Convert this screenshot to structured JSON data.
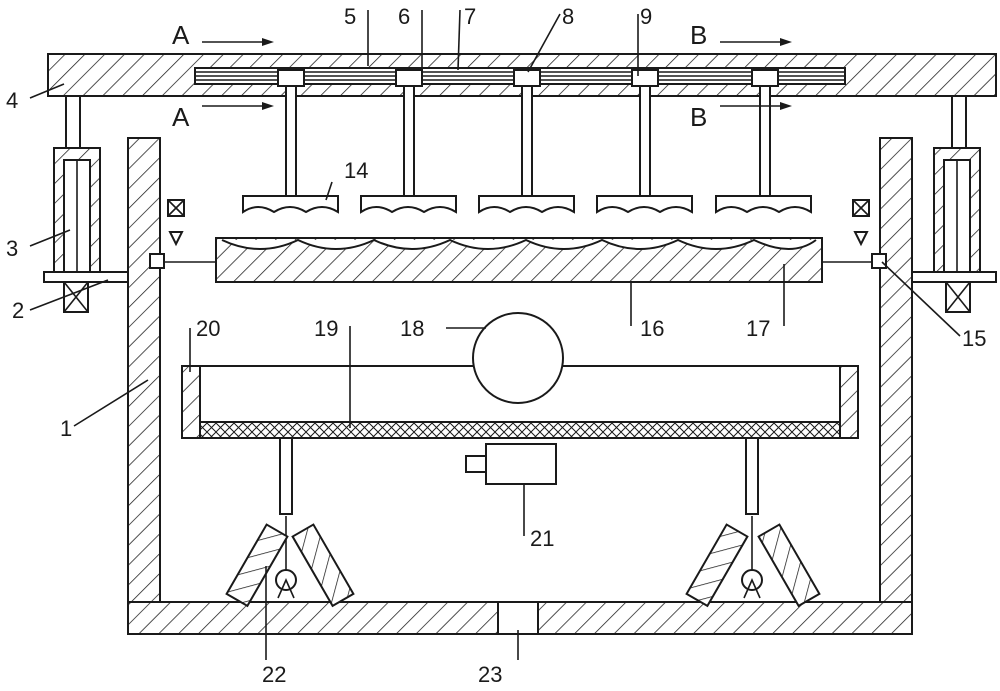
{
  "labels": {
    "l1": "1",
    "l2": "2",
    "l3": "3",
    "l4": "4",
    "l5": "5",
    "l6": "6",
    "l7": "7",
    "l8": "8",
    "l9": "9",
    "l14": "14",
    "l15": "15",
    "l16": "16",
    "l17": "17",
    "l18": "18",
    "l19": "19",
    "l20": "20",
    "l21": "21",
    "l22": "22",
    "l23": "23"
  },
  "sections": {
    "a_top": "A",
    "a_bottom": "A",
    "b_top": "B",
    "b_bottom": "B"
  },
  "colors": {
    "stroke": "#1a1a1a",
    "background": "#ffffff"
  }
}
